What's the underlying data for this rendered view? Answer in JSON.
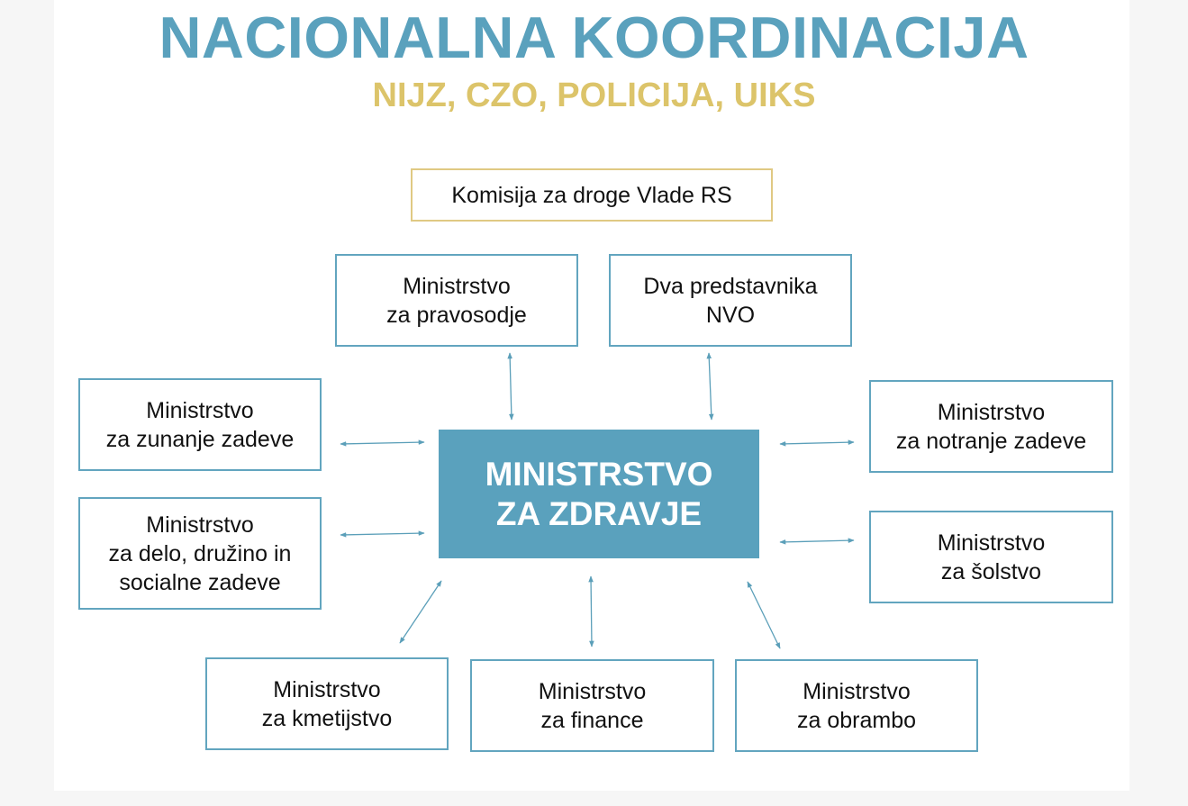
{
  "colors": {
    "accent_blue": "#5aa1bd",
    "accent_gold": "#dcc46a",
    "gold_border": "#e0c983",
    "box_border": "#62a5bf",
    "arrow": "#5b9fb9"
  },
  "title": "NACIONALNA KOORDINACIJA",
  "subtitle": "NIJZ, CZO, POLICIJA, UIKS",
  "center": "MINISTRSTVO\nZA ZDRAVJE",
  "top_box": "Komisija za droge Vlade RS",
  "boxes": {
    "pravosodje": "Ministrstvo\nza pravosodje",
    "nvo": "Dva predstavnika\nNVO",
    "zunanje": "Ministrstvo\nza zunanje zadeve",
    "notranje": "Ministrstvo\nza notranje zadeve",
    "delo": "Ministrstvo\nza delo, družino in\nsocialne zadeve",
    "solstvo": "Ministrstvo\nza šolstvo",
    "kmetijstvo": "Ministrstvo\nza kmetijstvo",
    "finance": "Ministrstvo\nza finance",
    "obrambo": "Ministrstvo\nza obrambo"
  }
}
